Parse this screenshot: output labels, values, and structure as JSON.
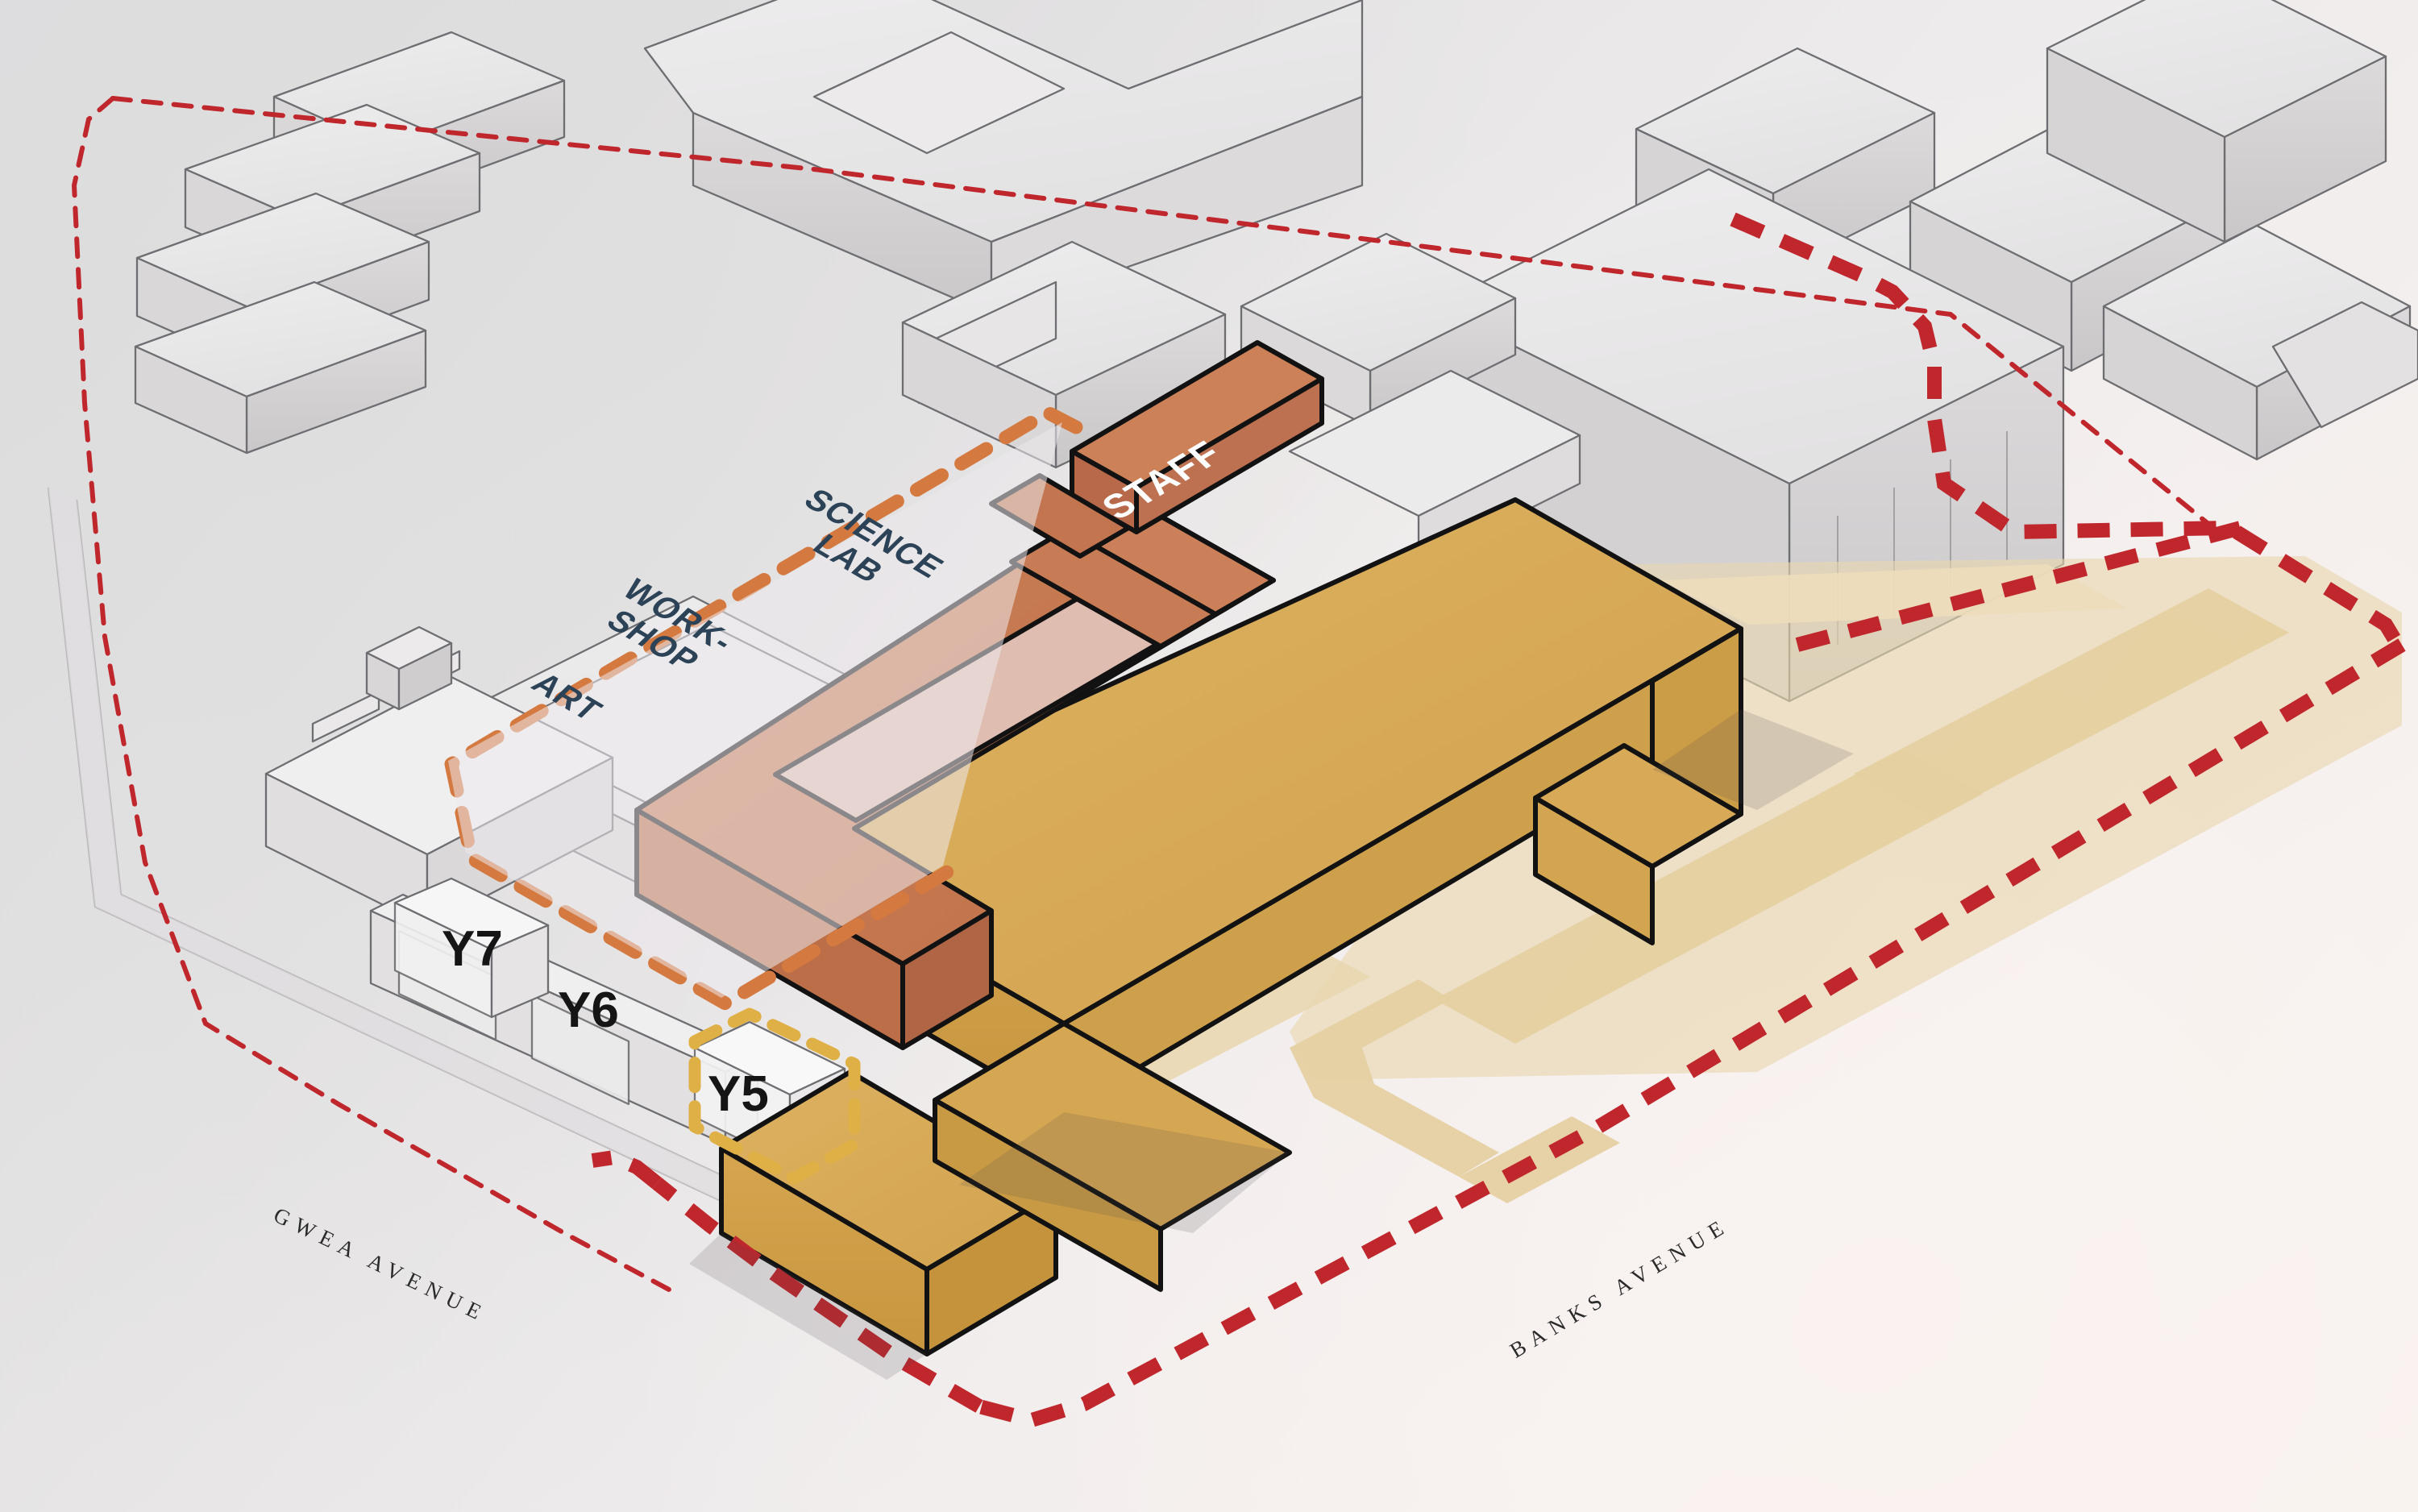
{
  "drawing": {
    "type": "architectural-axonometric",
    "title": "School Site Axonometric",
    "background_color": "#e8e6e6"
  },
  "palette": {
    "gold_building": "#d9ab56",
    "gold_building_shade": "#cb9c49",
    "gold_building_dark": "#c08f3f",
    "terracotta": "#c6784f",
    "terracotta_shade": "#b86c45",
    "terracotta_light": "#cf8a62",
    "courtyard_pink": "#debcb0",
    "landscape_beige": "#e7d3a7",
    "landscape_beige_light": "#f0e2c4",
    "site_boundary_red": "#bf2026",
    "orange_dash": "#d4793f",
    "yellow_dash": "#dfb046",
    "context_line": "#6a6a6e",
    "context_fill": "#e9e8e9",
    "context_fill_shade": "#cfcdce",
    "outline_black": "#121213",
    "room_label": "#2b4257",
    "year_label": "#151515",
    "street_label": "#2a2a2a"
  },
  "labels": {
    "rooms": [
      {
        "id": "science-lab",
        "text": "SCIENCE\nLAB",
        "color": "#2b4257"
      },
      {
        "id": "workshop",
        "text": "WORK-\nSHOP",
        "color": "#2b4257"
      },
      {
        "id": "art",
        "text": "ART",
        "color": "#2b4257"
      }
    ],
    "staff": {
      "id": "staff",
      "text": "STAFF",
      "color": "#ffffff"
    },
    "year_groups": [
      {
        "id": "y7",
        "text": "Y7"
      },
      {
        "id": "y6",
        "text": "Y6"
      },
      {
        "id": "y5",
        "text": "Y5",
        "highlight": "#dfb046"
      }
    ],
    "streets": [
      {
        "id": "gwea-avenue",
        "text": "GWEA AVENUE"
      },
      {
        "id": "banks-avenue",
        "text": "BANKS AVENUE"
      }
    ]
  },
  "legend_keys": {
    "site_boundary": "red dashed line",
    "proposed_teaching_zone": "orange dashed outline",
    "year5_zone": "yellow dashed outline"
  }
}
